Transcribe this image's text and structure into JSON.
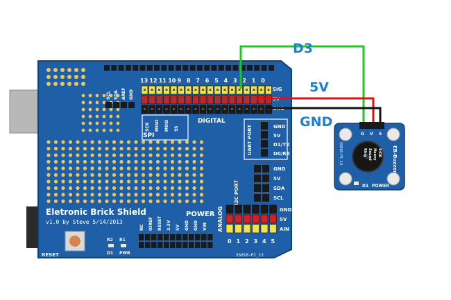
{
  "board": {
    "title": "Eletronic Brick Shield",
    "version": "v1.0 by Steve 5/14/2013",
    "digital_label": "DIGITAL",
    "power_label": "POWER",
    "analog_label": "ANALOG",
    "reset_label": "RESET",
    "spi_label": "SPI",
    "uart_label": "UART PORT",
    "i2c_label": "I2C PORT",
    "sig_label": "SIG",
    "gnd_label": "GND",
    "v5_label": "5V",
    "vin_label": "VIN",
    "board_code": "SS010-P1_13",
    "digital_pins": [
      "13",
      "12",
      "11",
      "10",
      "9",
      "8",
      "7",
      "6",
      "5",
      "4",
      "3",
      "2",
      "1",
      "0"
    ],
    "left_header": [
      "SCL",
      "SDA",
      "AREF",
      "GND"
    ],
    "spi_pins": [
      "SCK",
      "MISO",
      "MOSI",
      "SS"
    ],
    "uart_pins": [
      "GND",
      "5V",
      "D1/TX",
      "D0/RX"
    ],
    "i2c_pins": [
      "GND",
      "5V",
      "SDA",
      "SCL"
    ],
    "analog_pins": [
      "0",
      "1",
      "2",
      "3",
      "4",
      "5"
    ],
    "power_pins": [
      "NC",
      "IOREF",
      "RESET",
      "3.3V",
      "5V",
      "GND",
      "GND",
      "VIN"
    ],
    "led_labels": [
      "R2",
      "R1",
      "D1",
      "PWR"
    ]
  },
  "wires": [
    {
      "label": "D3",
      "color": "#22c322"
    },
    {
      "label": "5V",
      "color": "#e01010"
    },
    {
      "label": "GND",
      "color": "#111111"
    }
  ],
  "buzzer": {
    "label": "EB-Buzzer",
    "pin_labels": [
      "G",
      "V",
      "S"
    ],
    "notes": [
      "S:D0",
      "Heavy",
      "Sound",
      "Ring"
    ],
    "code": "SS010-P1_13",
    "power_label": "POWER",
    "d1_label": "D1"
  },
  "colors": {
    "board": "#1f5fa8",
    "board_dark": "#174c8a",
    "silk": "#ffffff",
    "pad": "#e8c85a",
    "header_black": "#1a1a1a",
    "header_red": "#d62020",
    "header_yellow": "#f3e24a",
    "wire_label": "#1e7fd6"
  }
}
